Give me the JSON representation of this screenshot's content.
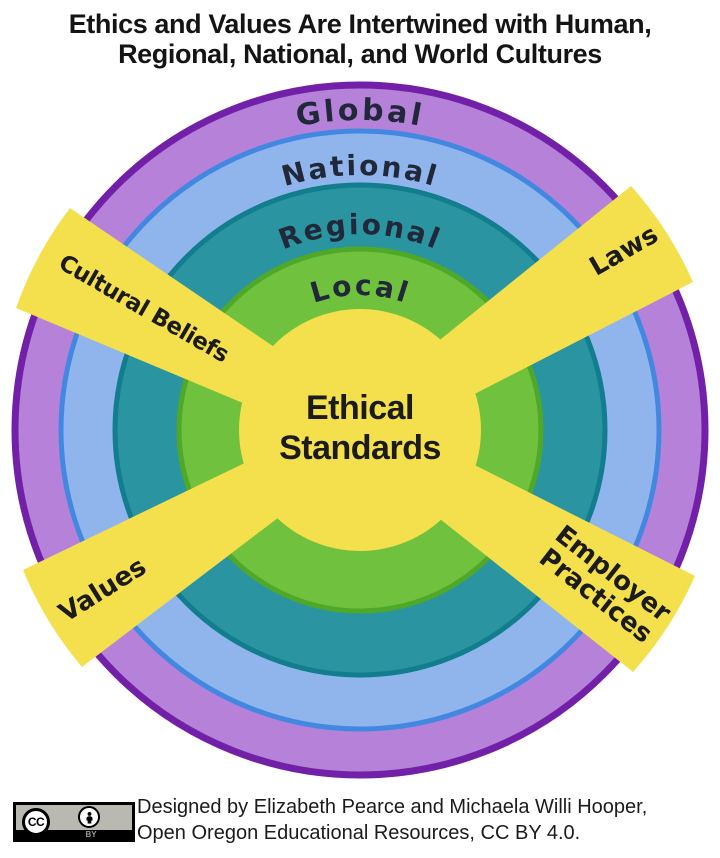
{
  "title": {
    "line1": "Ethics and Values Are Intertwined with Human,",
    "line2": "Regional, National, and World Cultures"
  },
  "diagram": {
    "rings": [
      {
        "label": "Global",
        "fill": "#b681d9",
        "stroke": "#7220a8"
      },
      {
        "label": "National",
        "fill": "#90b4ec",
        "stroke": "#4288e0"
      },
      {
        "label": "Regional",
        "fill": "#2b94a1",
        "stroke": "#117d8d"
      },
      {
        "label": "Local",
        "fill": "#6fc13e",
        "stroke": "#50a829"
      }
    ],
    "center": {
      "line1": "Ethical",
      "line2": "Standards",
      "fill": "#f4df4d"
    },
    "rays": [
      {
        "label": "Cultural Beliefs"
      },
      {
        "label": "Laws"
      },
      {
        "label": "Values"
      },
      {
        "label_line1": "Employer",
        "label_line2": "Practices"
      }
    ],
    "ray_fill": "#f4df4d",
    "ring_label_color": "#20283a",
    "text_color": "#1b1b1b"
  },
  "footer": {
    "credit_line1": "Designed by Elizabeth Pearce and Michaela Willi Hooper,",
    "credit_line2": "Open Oregon Educational Resources, CC BY 4.0.",
    "license": {
      "cc": "CC",
      "by": "BY"
    }
  }
}
